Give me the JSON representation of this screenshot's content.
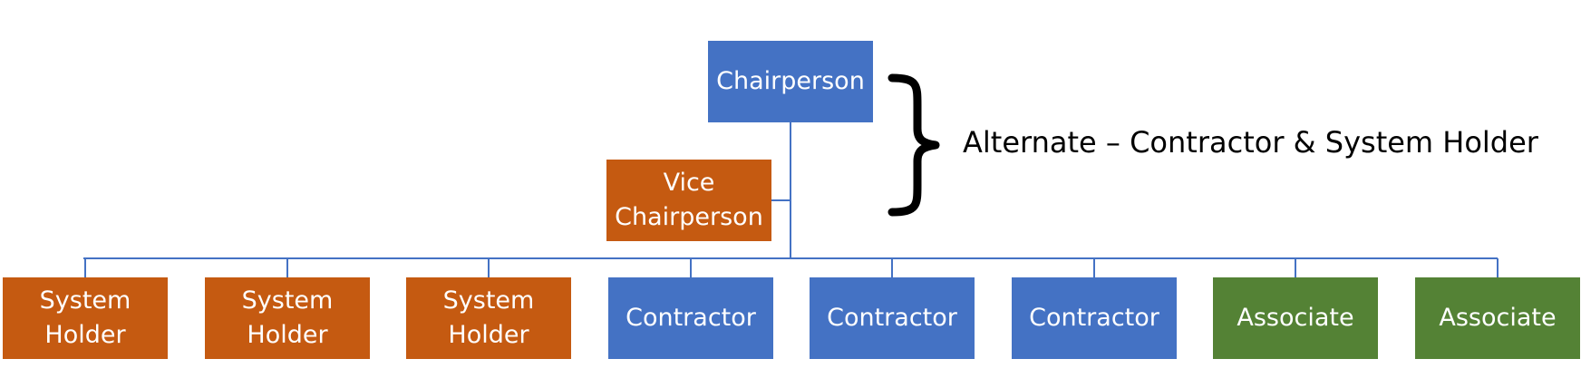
{
  "colors": {
    "blue": "#4472c4",
    "orange": "#c55a11",
    "green": "#548235",
    "connector": "#4472c4",
    "text": "#ffffff"
  },
  "chairperson": {
    "label": "Chairperson",
    "color": "blue"
  },
  "vice_chairperson": {
    "label": "Vice\nChairperson",
    "color": "orange"
  },
  "annotation": {
    "text": "Alternate – Contractor & System Holder"
  },
  "members": [
    {
      "label": "System\nHolder",
      "color": "orange"
    },
    {
      "label": "System\nHolder",
      "color": "orange"
    },
    {
      "label": "System\nHolder",
      "color": "orange"
    },
    {
      "label": "Contractor",
      "color": "blue"
    },
    {
      "label": "Contractor",
      "color": "blue"
    },
    {
      "label": "Contractor",
      "color": "blue"
    },
    {
      "label": "Associate",
      "color": "green"
    },
    {
      "label": "Associate",
      "color": "green"
    }
  ]
}
